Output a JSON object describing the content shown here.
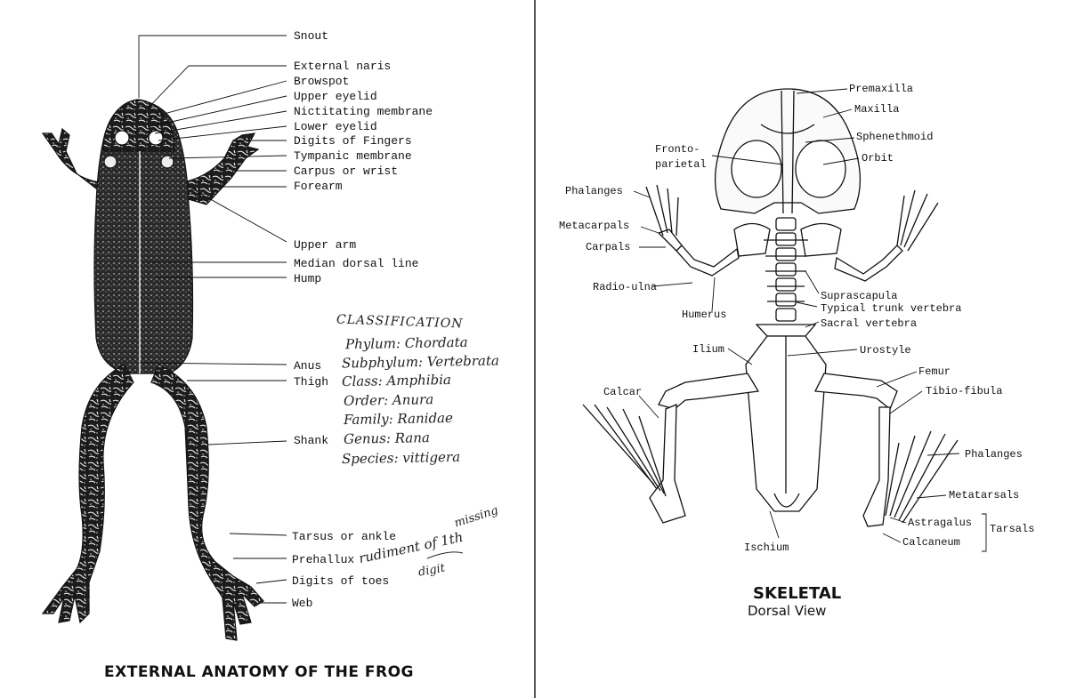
{
  "external": {
    "title": "EXTERNAL ANATOMY OF THE FROG",
    "labels": [
      "Snout",
      "External naris",
      "Browspot",
      "Upper eyelid",
      "Nictitating membrane",
      "Lower eyelid",
      "Digits of Fingers",
      "Tympanic membrane",
      "Carpus or wrist",
      "Forearm",
      "Upper arm",
      "Median dorsal line",
      "Hump",
      "Anus",
      "Thigh",
      "Shank",
      "Tarsus or ankle",
      "Prehallux",
      "Digits of toes",
      "Web"
    ],
    "classification": {
      "heading": "CLASSIFICATION",
      "lines": [
        "Phylum: Chordata",
        "Subphylum: Vertebrata",
        "Class: Amphibia",
        "Order: Anura",
        "Family: Ranidae",
        "Genus: Rana",
        "Species: vittigera"
      ]
    },
    "note": {
      "main": "rudiment of 1th",
      "missing": "missing",
      "digit": "digit"
    }
  },
  "skeletal": {
    "title": "SKELETAL",
    "subtitle": "Dorsal View",
    "labels": [
      "Premaxilla",
      "Maxilla",
      "Sphenethmoid",
      "Orbit",
      "Fronto-",
      "parietal",
      "Phalanges",
      "Metacarpals",
      "Carpals",
      "Radio-ulna",
      "Humerus",
      "Suprascapula",
      "Typical trunk vertebra",
      "Sacral vertebra",
      "Ilium",
      "Urostyle",
      "Femur",
      "Tibio-fibula",
      "Calcar",
      "Phalanges",
      "Metatarsals",
      "Astragalus",
      "Tarsals",
      "Calcaneum",
      "Ischium"
    ]
  }
}
